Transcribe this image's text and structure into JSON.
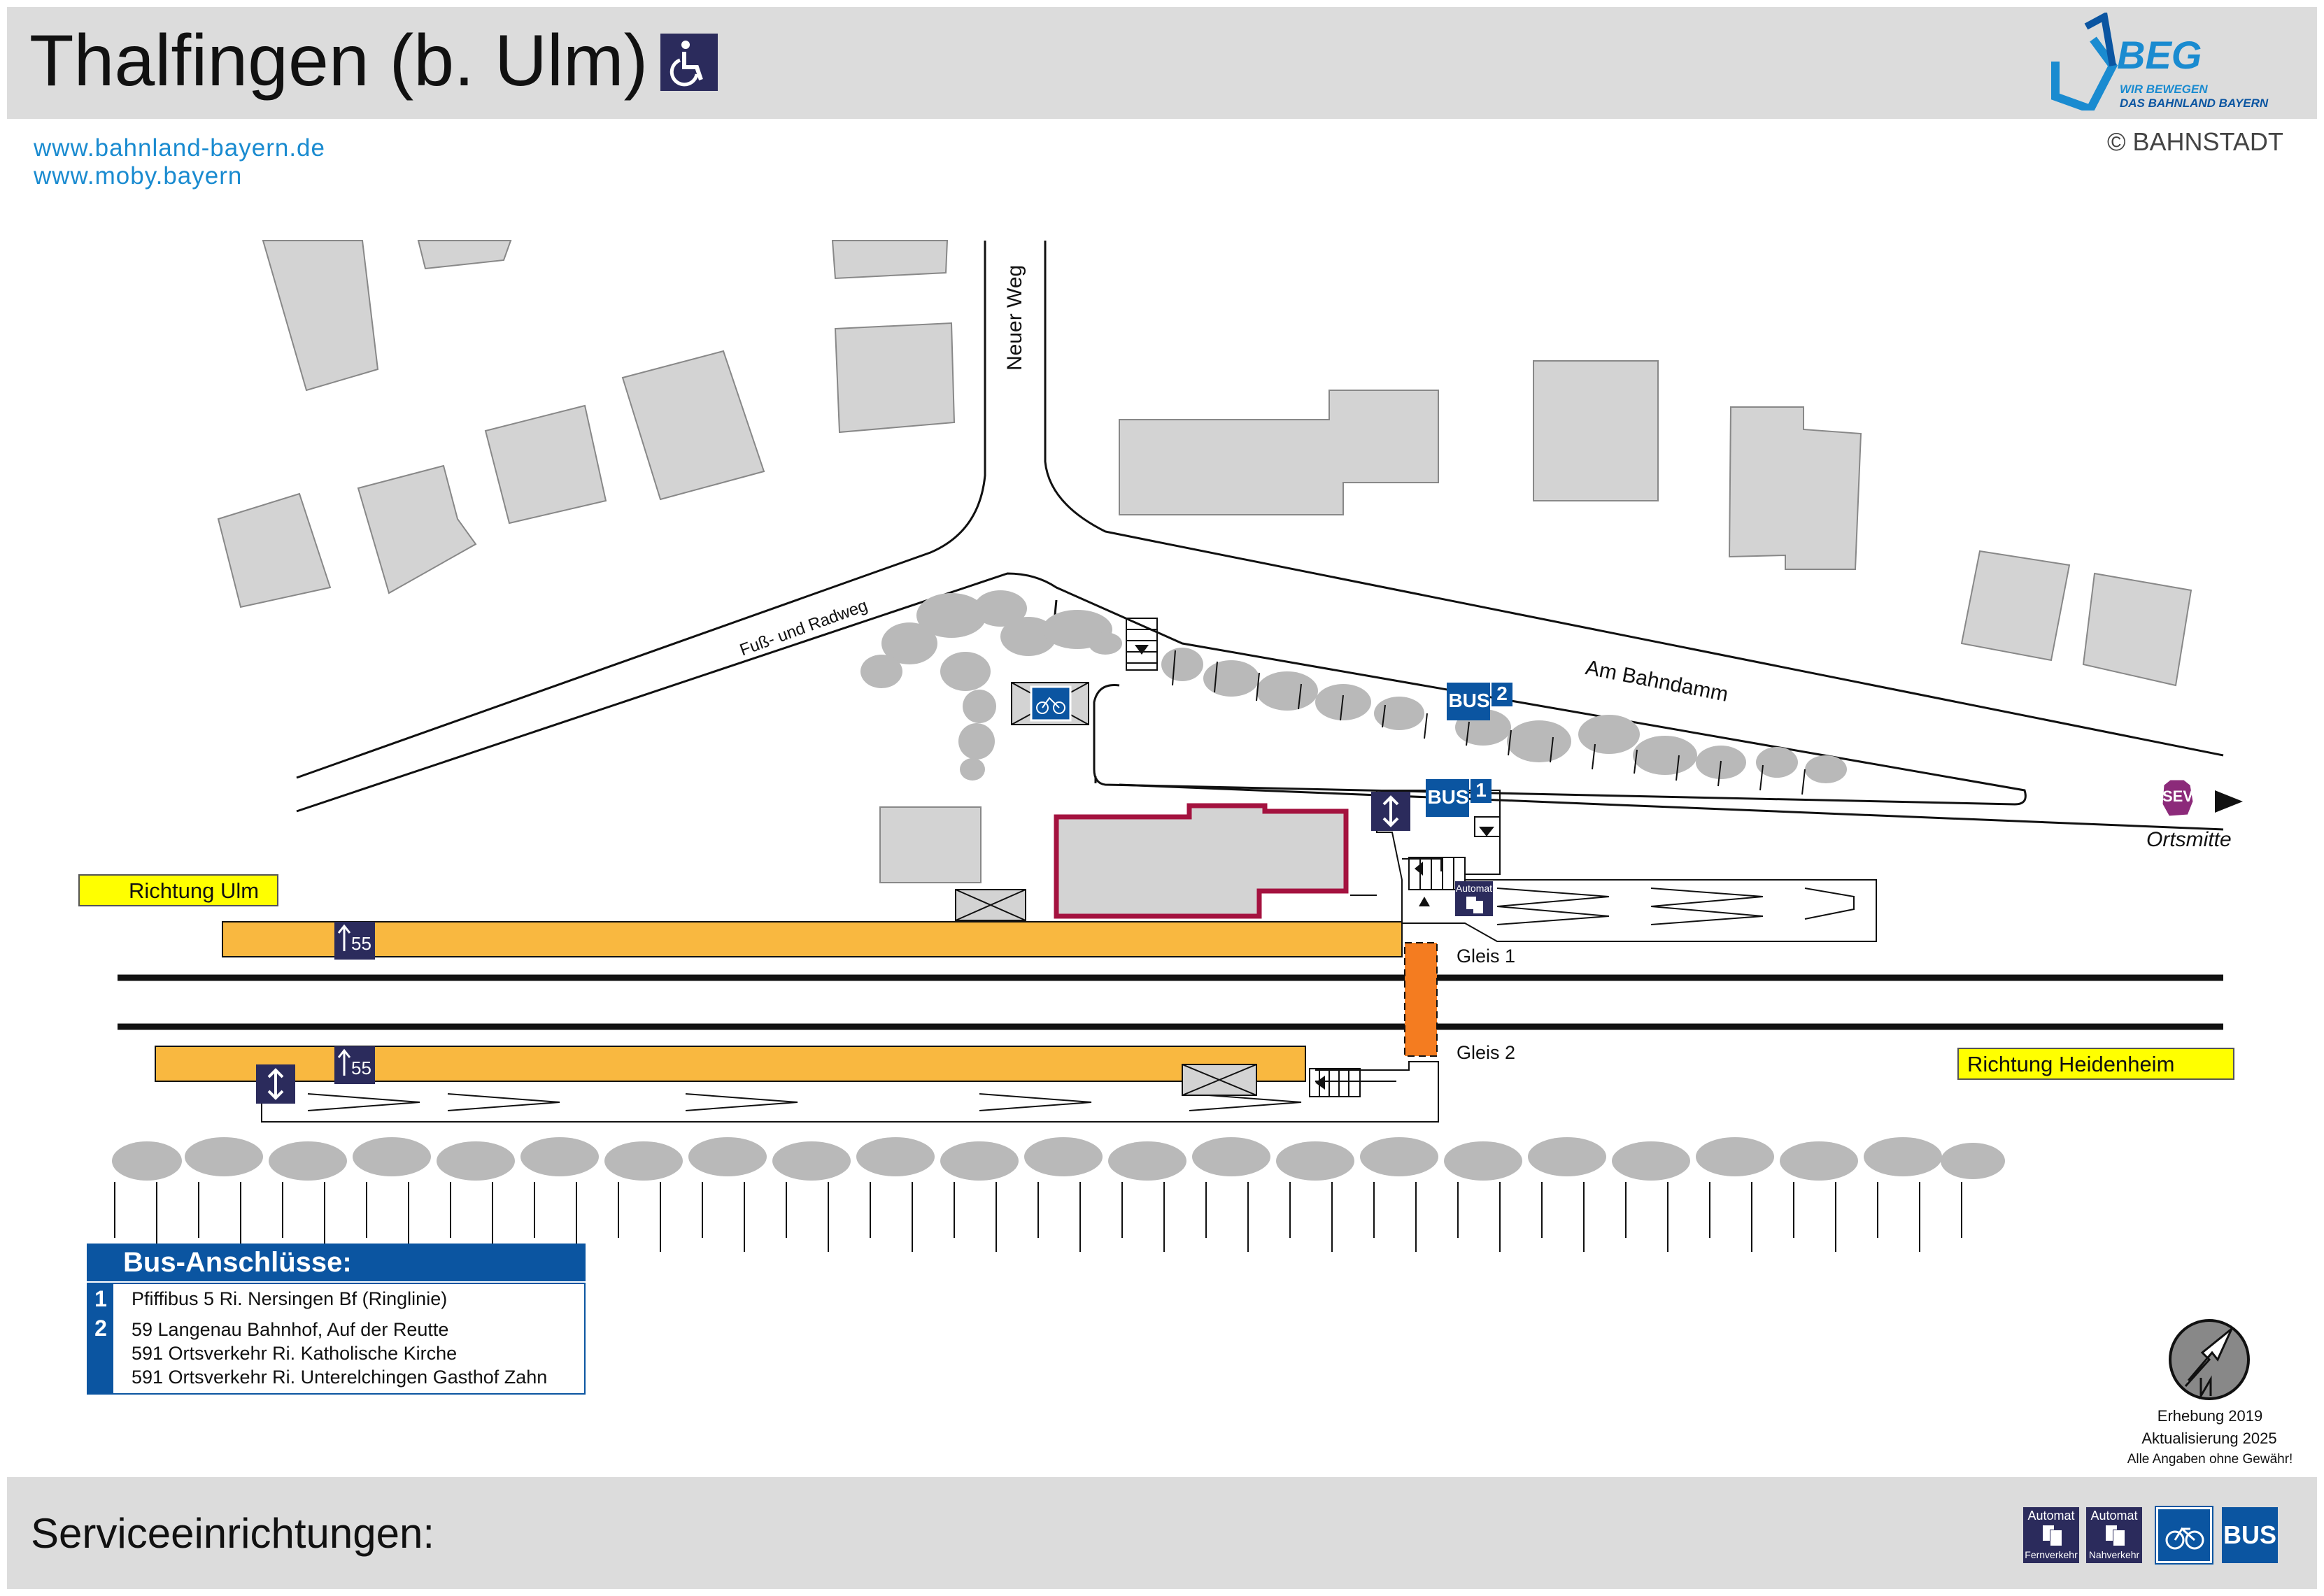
{
  "header": {
    "title": "Thalfingen (b. Ulm)",
    "links": [
      "www.bahnland-bayern.de",
      "www.moby.bayern"
    ],
    "logo": {
      "name": "BEG",
      "tagline_1": "WIR BEWEGEN",
      "tagline_2": "DAS BAHNLAND BAYERN"
    },
    "copyright": "© BAHNSTADT",
    "accessibility_icon": "wheelchair-icon"
  },
  "map": {
    "streets": {
      "neuer_weg": "Neuer Weg",
      "fuss_radweg": "Fuß- und Radweg",
      "am_bahndamm": "Am Bahndamm"
    },
    "tracks": {
      "gleis_1": "Gleis 1",
      "gleis_2": "Gleis 2"
    },
    "directions": {
      "ulm": "Richtung Ulm",
      "heidenheim": "Richtung Heidenheim"
    },
    "sev": {
      "badge": "SEV",
      "label": "Ortsmitte"
    },
    "platform_height": "55",
    "bus_stops": [
      {
        "label": "BUS",
        "number": "1"
      },
      {
        "label": "BUS",
        "number": "2"
      }
    ],
    "ticket_machine": "Automat",
    "colors": {
      "platform": "#f9b840",
      "crossing": "#f47c20",
      "station_outline": "#a4123f",
      "building": "#d3d3d3",
      "tree": "#b9b9b9",
      "bus_blue": "#0b55a1",
      "sev": "#8c2a7a"
    }
  },
  "bus_connections": {
    "heading": "Bus-Anschlüsse:",
    "entries": [
      {
        "number": "1",
        "lines": [
          "Pfiffibus 5 Ri. Nersingen Bf (Ringlinie)"
        ]
      },
      {
        "number": "2",
        "lines": [
          "59 Langenau Bahnhof, Auf der Reutte",
          "591 Ortsverkehr Ri. Katholische Kirche",
          "591 Ortsverkehr Ri. Unterelchingen Gasthof Zahn"
        ]
      }
    ]
  },
  "notes": {
    "survey": "Erhebung 2019",
    "update": "Aktualisierung 2025",
    "disclaimer": "Alle Angaben ohne Gewähr!"
  },
  "footer": {
    "title": "Serviceeinrichtungen:",
    "services": [
      {
        "label": "Automat",
        "sub": "Fernverkehr",
        "icon": "ticket-machine-long-distance-icon"
      },
      {
        "label": "Automat",
        "sub": "Nahverkehr",
        "icon": "ticket-machine-regional-icon"
      },
      {
        "label": "",
        "sub": "",
        "icon": "bike-parking-icon"
      },
      {
        "label": "BUS",
        "sub": "",
        "icon": "bus-icon"
      }
    ]
  }
}
